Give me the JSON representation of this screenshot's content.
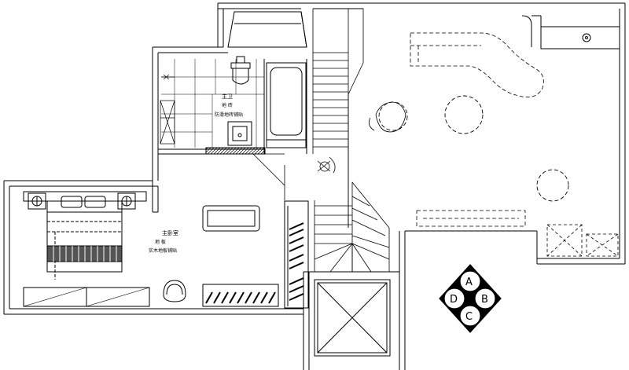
{
  "labels": {
    "master_bath": "主卫",
    "master_bath_floor": "地 砖",
    "master_bath_note": "防滑地砖铺贴",
    "master_bedroom": "主卧室",
    "master_bedroom_floor": "地 板",
    "master_bedroom_note": "实木地板铺贴"
  },
  "compass": {
    "a": "A",
    "b": "B",
    "c": "C",
    "d": "D"
  }
}
